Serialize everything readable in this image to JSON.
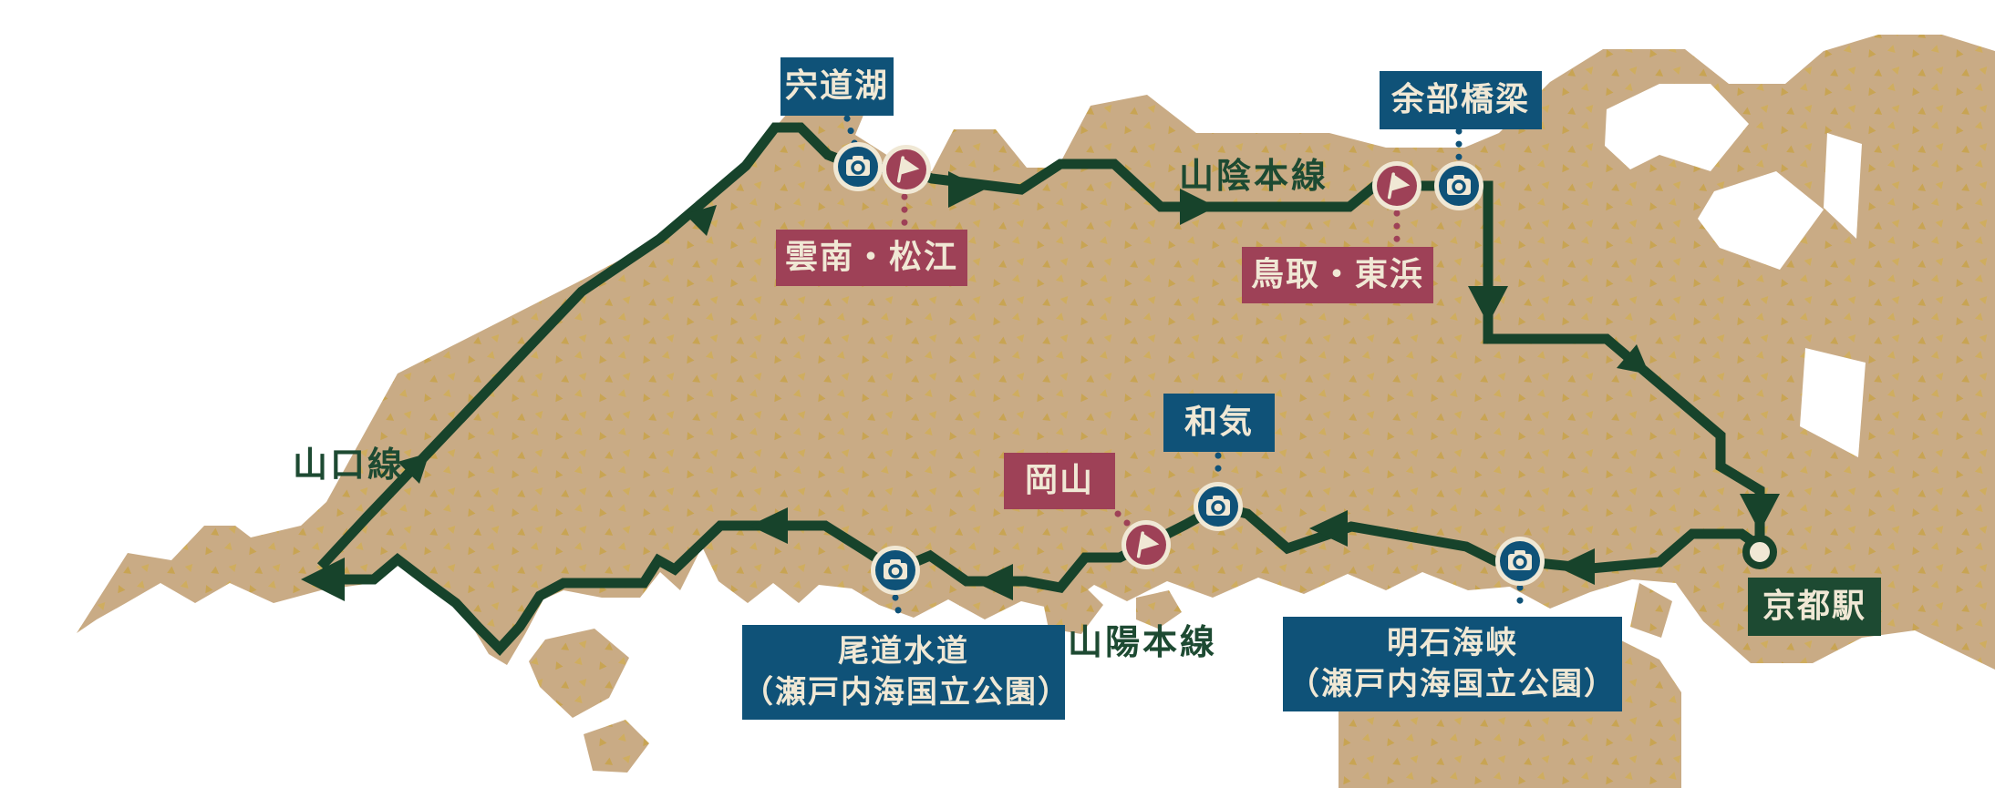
{
  "map": {
    "description": "Railway loop route map of western Japan (Chugoku region) from Kyoto Station",
    "colors": {
      "sea": "#FFFFFF",
      "land": "#C9AB85",
      "land_pattern_gold": "#D2AE52",
      "route_green": "#17432B",
      "green_label_bg": "#1D4A32",
      "navy_label_bg": "#0F5278",
      "maroon_label_bg": "#9E4157",
      "cream_text": "#F0E8D5"
    },
    "icons": {
      "camera": "camera-icon (photo spot marker, navy circle with cream camera glyph)",
      "flag": "flag-icon (stop marker, maroon circle with cream pennant)",
      "station": "station-circle (cream circle with green ring at Kyoto Station)",
      "arrow": "route direction arrowheads along green line"
    },
    "labels": {
      "shinjiko": "宍道湖",
      "amarube": "余部橋梁",
      "unnan_matsue": "雲南・松江",
      "tottori_higashihama": "鳥取・東浜",
      "wake": "和気",
      "okayama": "岡山",
      "onomichi_line1": "尾道水道",
      "onomichi_line2": "（瀬戸内海国立公園）",
      "akashi_line1": "明石海峡",
      "akashi_line2": "（瀬戸内海国立公園）",
      "kyoto_station": "京都駅",
      "sanin_line": "山陰本線",
      "sanyo_line": "山陽本線",
      "yamaguchi_line": "山口線"
    }
  }
}
